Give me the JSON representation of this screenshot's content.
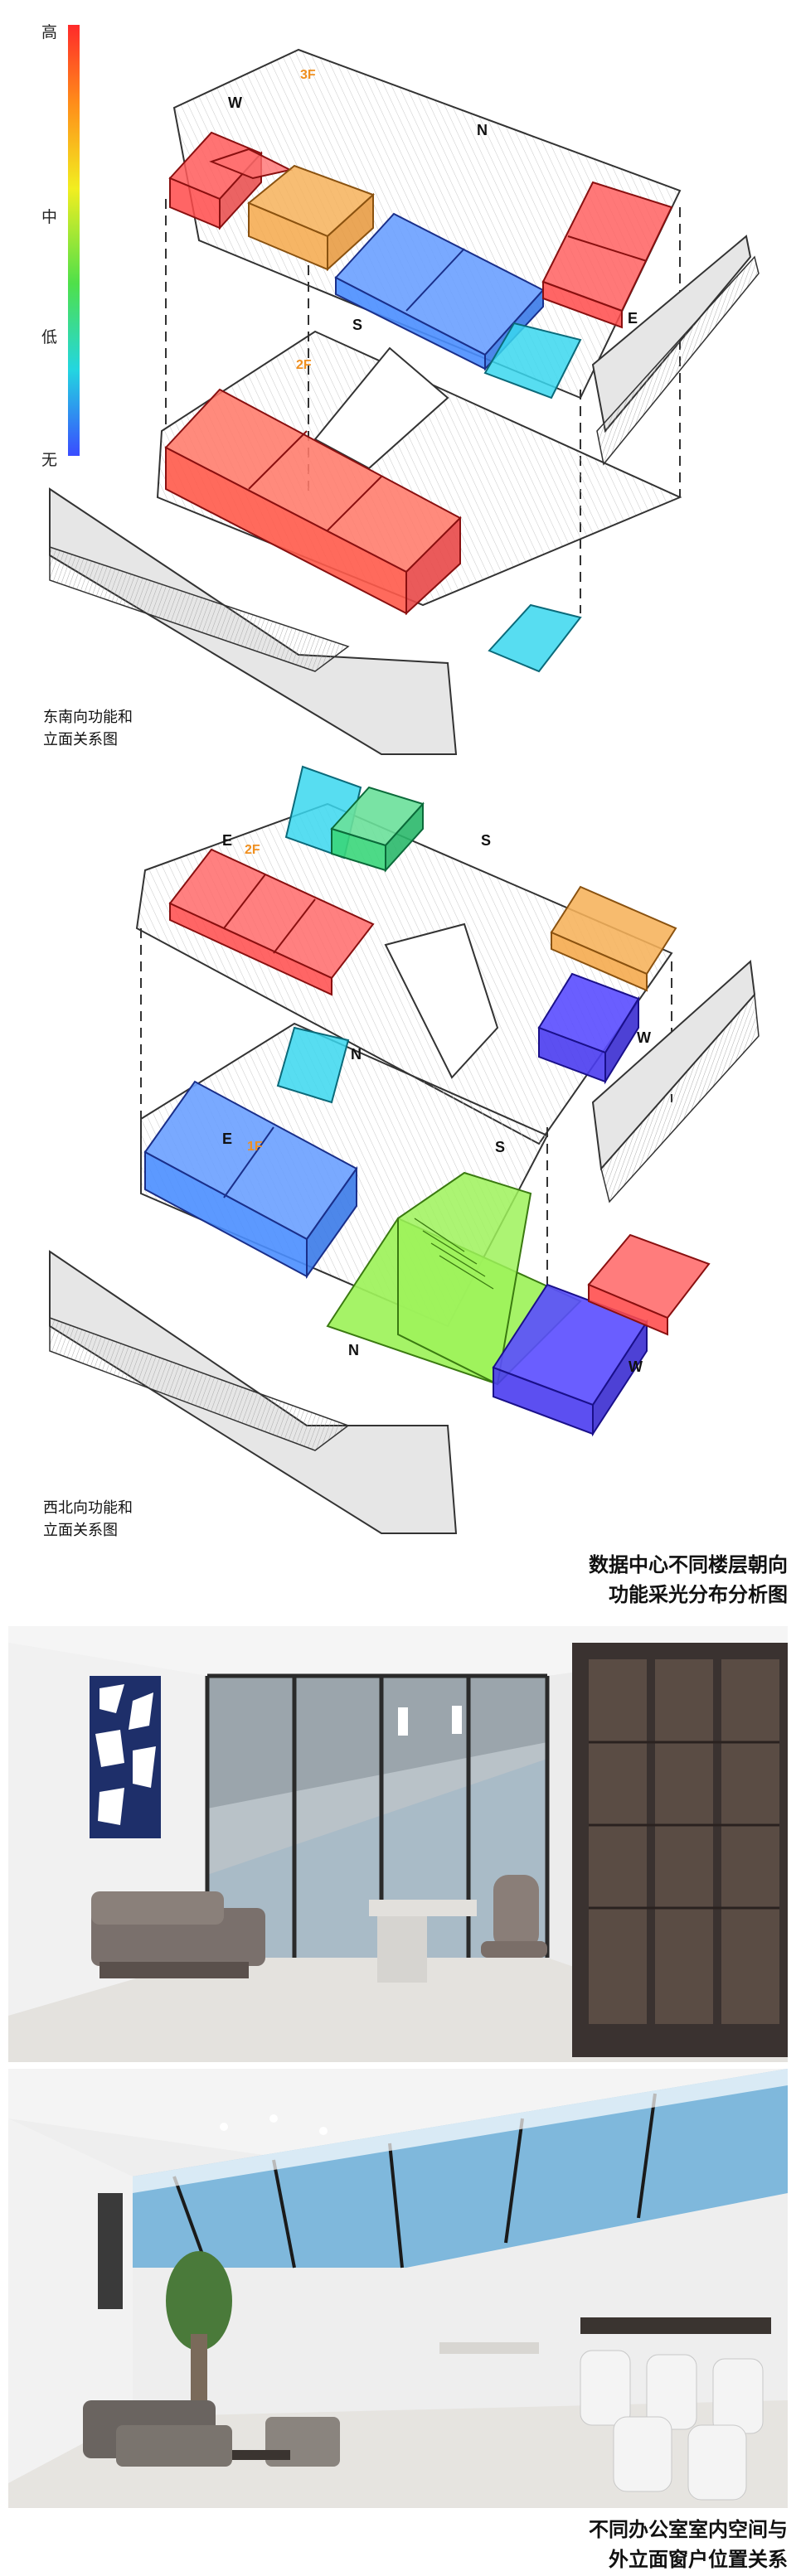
{
  "legend": {
    "high": "高",
    "mid": "中",
    "low": "低",
    "none": "无",
    "colors": [
      "#ff2a2a",
      "#ff9a1a",
      "#f2ee20",
      "#4fe04a",
      "#23d6e0",
      "#3a4cff"
    ]
  },
  "colors": {
    "high": "#ff5a5a",
    "orange": "#f5a84a",
    "blue": "#4a8eff",
    "cyan": "#3ad7ee",
    "green": "#3ad67a",
    "indigo": "#4a3cf0",
    "lime": "#9df25a"
  },
  "diagram_top": {
    "floor_3f": "3F",
    "floor_2f": "2F",
    "compass_w": "W",
    "compass_n": "N",
    "compass_s": "S",
    "compass_e": "E",
    "caption_line1": "东南向功能和",
    "caption_line2": "立面关系图"
  },
  "diagram_bottom": {
    "floor_2f": "2F",
    "floor_1f": "1F",
    "compass_w": "W",
    "compass_n": "N",
    "compass_s": "S",
    "compass_e": "E",
    "caption_line1": "西北向功能和",
    "caption_line2": "立面关系图"
  },
  "summary_caption": {
    "line1": "数据中心不同楼层朝向",
    "line2": "功能采光分布分析图"
  },
  "photos_caption": {
    "line1": "不同办公室室内空间与",
    "line2": "外立面窗户位置关系"
  }
}
